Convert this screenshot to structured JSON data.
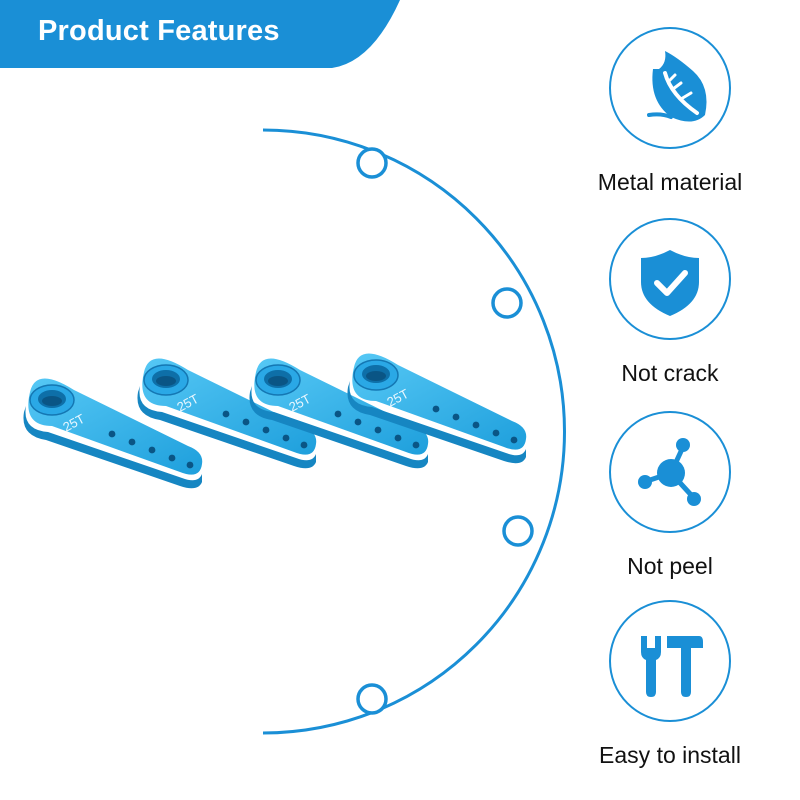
{
  "banner": {
    "title": "Product Features"
  },
  "product": {
    "arm_marking": "25T",
    "arm_count": 4
  },
  "features": [
    {
      "label": "Metal material",
      "icon": "leaf-icon"
    },
    {
      "label": "Not crack",
      "icon": "shield-check-icon"
    },
    {
      "label": "Not peel",
      "icon": "molecule-icon"
    },
    {
      "label": "Easy to install",
      "icon": "tools-icon"
    }
  ],
  "colors": {
    "accent": "#1a8fd6",
    "arm": "#2fb5ee",
    "text": "#111111",
    "background": "#ffffff"
  }
}
